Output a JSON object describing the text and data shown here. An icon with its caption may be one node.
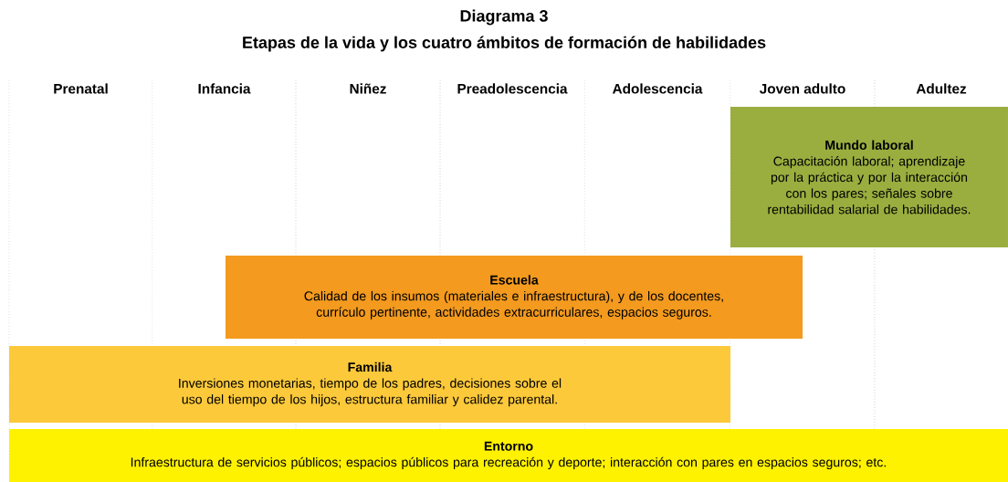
{
  "diagram": {
    "title": "Diagrama 3",
    "nodes": [
      {
        "text": [
          "Mundo laboral",
          "Capacitación laboral; aprendizaje por la práctica y por la interacción con los pares; señales sobre rentabilidad salarial de habilidades."
        ]
      },
      {
        "text": [
          "Escuela",
          "Calidad de los insumos (materiales e infraestructura), y de los docentes, currículo pertinente, actividades extracurriculares, espacios seguros."
        ]
      },
      {
        "text": [
          "Familia",
          "Inversiones monetarias, tiempo de los padres, decisiones sobre el uso del tiempo de los hijos, estructura familiar y calidez parental."
        ]
      },
      {
        "text": [
          "Entorno",
          "Infraestructura de servicios públicos; espacios públicos para recreación y deporte; interacción con pares en espacios seguros; etc."
        ]
      }
    ],
    "labels": [
      "Etapas de la vida y los cuatro ámbitos de formación de habilidades",
      "Prenatal",
      "Infancia",
      "Niñez",
      "Preadolescencia",
      "Adolescencia",
      "Joven adulto",
      "Adultez"
    ]
  }
}
